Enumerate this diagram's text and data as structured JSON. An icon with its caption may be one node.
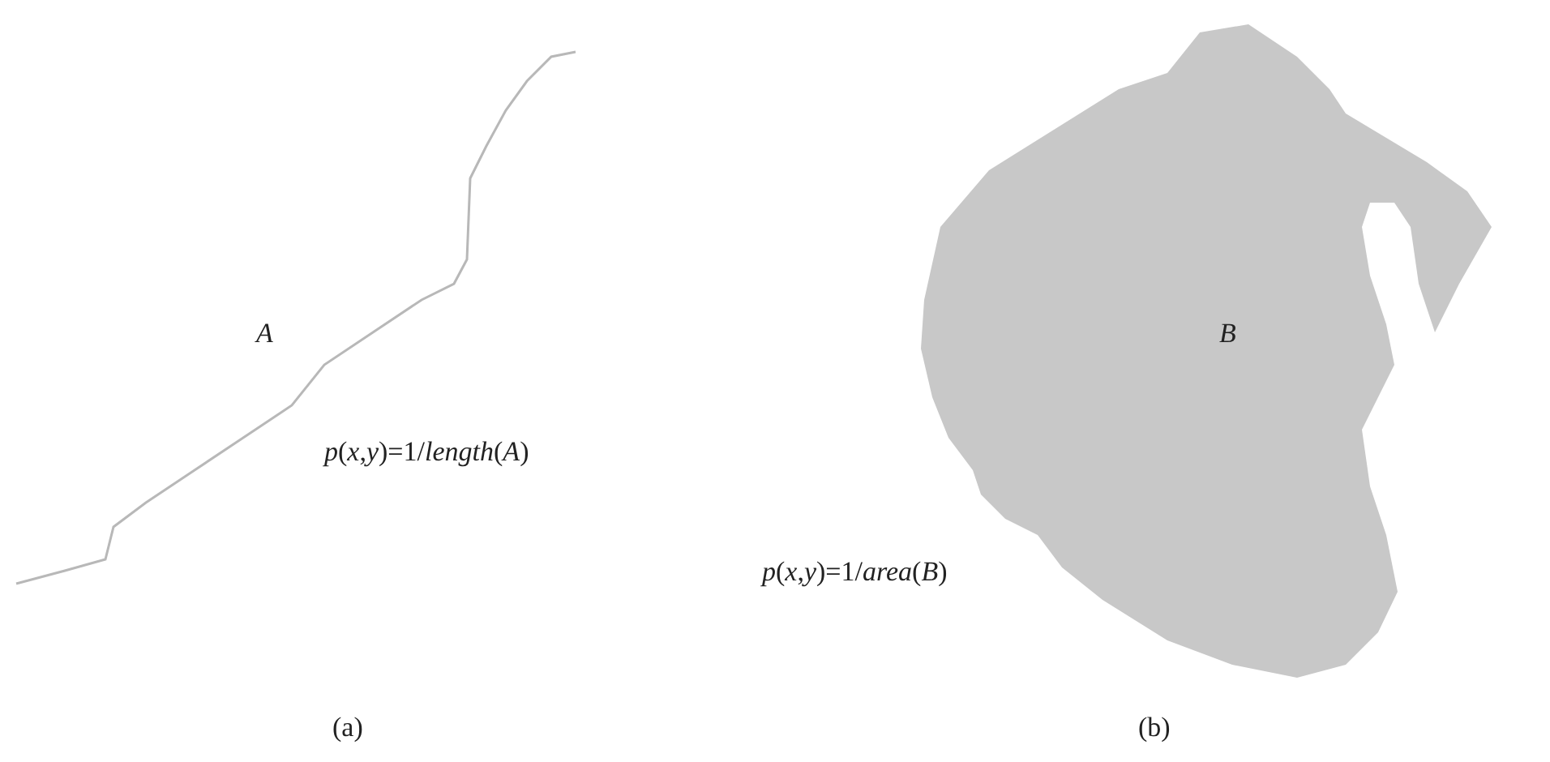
{
  "diagram": {
    "labels": [
      "*A*",
      "*p*(*x*,*y*)=1/*length*(*A*)",
      "*B*",
      "*p*(*x*,*y*)=1/*area*(*B*)",
      "(a)",
      "(b)"
    ]
  }
}
